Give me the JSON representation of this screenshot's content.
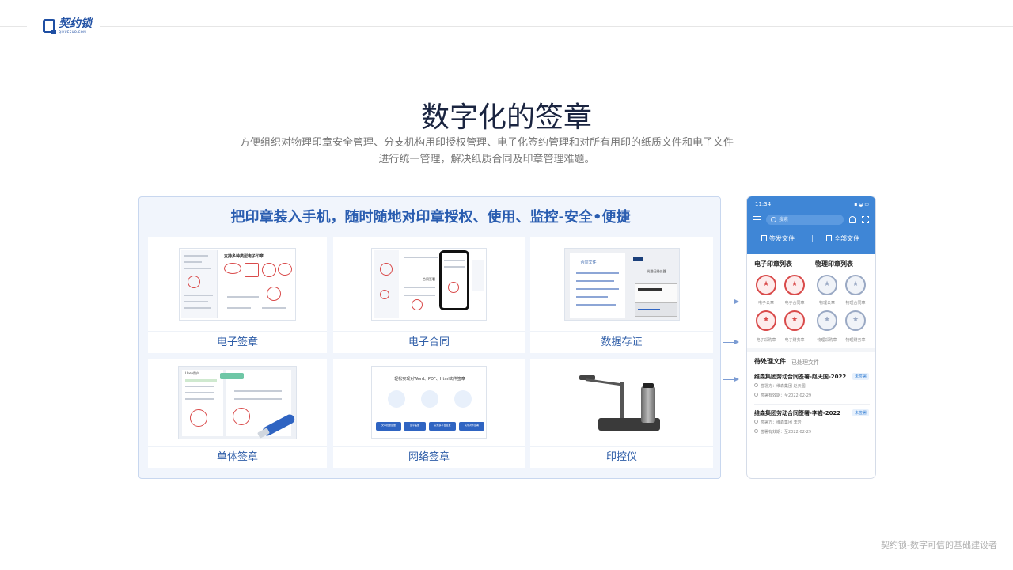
{
  "brand": {
    "name": "契约锁",
    "sub": "QIYUESUO.COM",
    "accent": "#1f4fa3"
  },
  "hero": {
    "title": "数字化的签章",
    "desc_line1": "方便组织对物理印章安全管理、分支机构用印授权管理、电子化签约管理和对所有用印的纸质文件和电子文件",
    "desc_line2": "进行统一管理，解决纸质合同及印章管理难题。"
  },
  "panel": {
    "title": "把印章装入手机，随时随地对印章授权、使用、监控-安全•便捷",
    "cards": [
      {
        "label": "电子签章",
        "preview_title": "支持多种类型电子印章",
        "icon": "seal-preview"
      },
      {
        "label": "电子合同",
        "preview_title": "合同签署",
        "icon": "phone-preview"
      },
      {
        "label": "数据存证",
        "preview_title": "合同文件",
        "preview_tag": "光猫扫描仪器",
        "icon": "printer-preview"
      },
      {
        "label": "单体签章",
        "preview_title": "Ukey用户",
        "icon": "usb-key-preview"
      },
      {
        "label": "网络签章",
        "preview_title": "轻松实现对Word、PDF、Html文件签章",
        "buttons": [
          "文本批量签章",
          "签字盖章",
          "实现多平台签章",
          "实现对外签署"
        ],
        "icon": "network-preview"
      },
      {
        "label": "印控仪",
        "icon": "seal-controller-device"
      }
    ]
  },
  "phone": {
    "time": "11:34",
    "status_icons": "▪ ◒ ▭",
    "search_placeholder": "搜索",
    "actions": [
      "签发文件",
      "全部文件"
    ],
    "sections": [
      "电子印章列表",
      "物理印章列表"
    ],
    "seals": [
      {
        "label": "电子公章",
        "type": "red"
      },
      {
        "label": "电子合同章",
        "type": "red"
      },
      {
        "label": "物理公章",
        "type": "gray"
      },
      {
        "label": "物理合同章",
        "type": "gray"
      },
      {
        "label": "电子采购章",
        "type": "red"
      },
      {
        "label": "电子财务章",
        "type": "red"
      },
      {
        "label": "物理采购章",
        "type": "gray"
      },
      {
        "label": "物理财务章",
        "type": "gray"
      }
    ],
    "tabs": [
      "待处理文件",
      "已处理文件"
    ],
    "docs": [
      {
        "title": "维森集团劳动合同签署-赵天国-2022",
        "badge": "未签署",
        "party": "签署方：维森集团  赵天国",
        "date": "签署有效期：至2022-02-29"
      },
      {
        "title": "维森集团劳动合同签署-李岩-2022",
        "badge": "未签署",
        "party": "签署方：维森集团  李岩",
        "date": "签署有效期：至2022-02-29"
      }
    ]
  },
  "footer": "契约锁-数字可信的基础建设者"
}
